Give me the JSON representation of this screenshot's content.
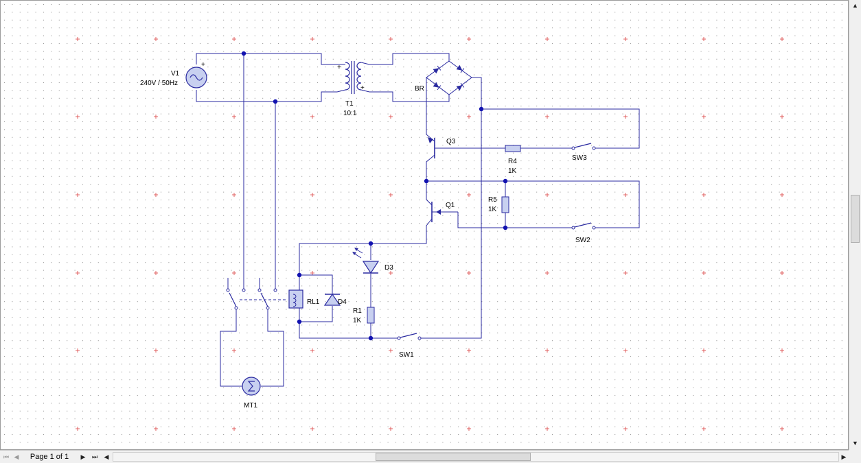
{
  "schematic": {
    "components": {
      "v1": {
        "ref": "V1",
        "value": "240V / 50Hz"
      },
      "t1": {
        "ref": "T1",
        "value": "10:1"
      },
      "br": {
        "ref": "BR"
      },
      "q3": {
        "ref": "Q3"
      },
      "q1": {
        "ref": "Q1"
      },
      "r4": {
        "ref": "R4",
        "value": "1K"
      },
      "r5": {
        "ref": "R5",
        "value": "1K"
      },
      "r1": {
        "ref": "R1",
        "value": "1K"
      },
      "sw1": {
        "ref": "SW1"
      },
      "sw2": {
        "ref": "SW2"
      },
      "sw3": {
        "ref": "SW3"
      },
      "d3": {
        "ref": "D3"
      },
      "d4": {
        "ref": "D4"
      },
      "rl1": {
        "ref": "RL1"
      },
      "mt1": {
        "ref": "MT1"
      }
    },
    "polarity_mark": "+"
  },
  "statusbar": {
    "page_label": "Page 1 of 1"
  },
  "icons": {
    "first": "first-page-icon",
    "prev": "prev-page-icon",
    "next": "next-page-icon",
    "last": "last-page-icon",
    "scroll_left": "scroll-left-icon",
    "scroll_right": "scroll-right-icon",
    "scroll_up": "scroll-up-icon",
    "scroll_down": "scroll-down-icon"
  },
  "colors": {
    "wire": "#2a2aa0",
    "junction": "#1212b0",
    "grid_dot": "#8a8a8a",
    "grid_cross": "#e06060",
    "component_fill": "#c8d0f0"
  }
}
